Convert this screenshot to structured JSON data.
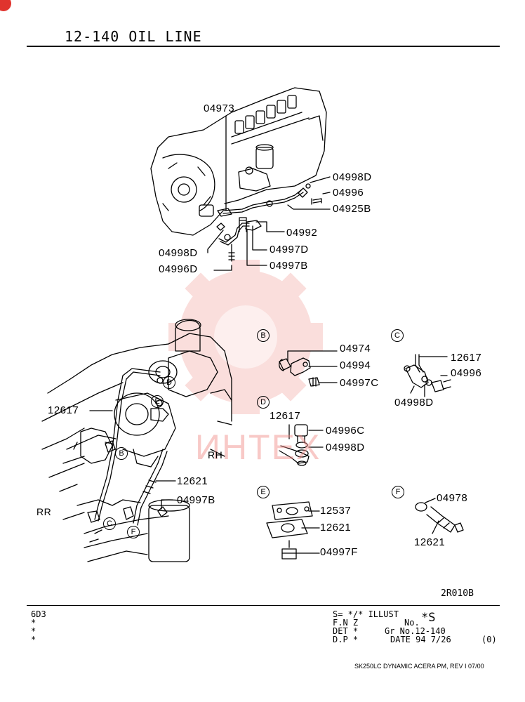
{
  "header": {
    "title": "12-140  OIL LINE"
  },
  "callouts": [
    {
      "id": "c1",
      "text": "04973"
    },
    {
      "id": "c2",
      "text": "04998D"
    },
    {
      "id": "c3",
      "text": "04996"
    },
    {
      "id": "c4",
      "text": "04925B"
    },
    {
      "id": "c5",
      "text": "04992"
    },
    {
      "id": "c6",
      "text": "04997D"
    },
    {
      "id": "c7",
      "text": "04998D"
    },
    {
      "id": "c8",
      "text": "04997B"
    },
    {
      "id": "c9",
      "text": "04996D"
    },
    {
      "id": "c10",
      "text": "04974"
    },
    {
      "id": "c11",
      "text": "04994"
    },
    {
      "id": "c12",
      "text": "04997C"
    },
    {
      "id": "c13",
      "text": "12617"
    },
    {
      "id": "c14",
      "text": "04996"
    },
    {
      "id": "c15",
      "text": "04998D"
    },
    {
      "id": "c16",
      "text": "12617"
    },
    {
      "id": "c17",
      "text": "04996C"
    },
    {
      "id": "c18",
      "text": "04998D"
    },
    {
      "id": "c19",
      "text": "12617"
    },
    {
      "id": "c20",
      "text": "12621"
    },
    {
      "id": "c21",
      "text": "04997B"
    },
    {
      "id": "c22",
      "text": "12537"
    },
    {
      "id": "c23",
      "text": "12621"
    },
    {
      "id": "c24",
      "text": "04997F"
    },
    {
      "id": "c25",
      "text": "04978"
    },
    {
      "id": "c26",
      "text": "12621"
    },
    {
      "id": "rh",
      "text": "RH"
    },
    {
      "id": "rr",
      "text": "RR"
    }
  ],
  "detail_markers": {
    "b": "B",
    "c": "C",
    "d": "D",
    "e": "E",
    "f": "F",
    "d_on": "D",
    "e_on": "E",
    "b_on": "B",
    "c_on": "C",
    "f_on": "F"
  },
  "illustration_code": "2R010B",
  "footer": {
    "model": "6D3",
    "stars": [
      "*",
      "*",
      "*"
    ],
    "s_line": "S= */*  ILLUST",
    "no_line": "No.",
    "no_value": "*S",
    "fnz": "F.N Z",
    "det": "DET *",
    "gr": "Gr No.12-140",
    "dp": "D.P *",
    "date": "DATE 94 7/26",
    "rev": "(0)",
    "source": "SK250LC DYNAMIC ACERA PM, REV I 07/00"
  },
  "watermark": {
    "text": "ИНТЕХ",
    "color": "#f08a85"
  }
}
